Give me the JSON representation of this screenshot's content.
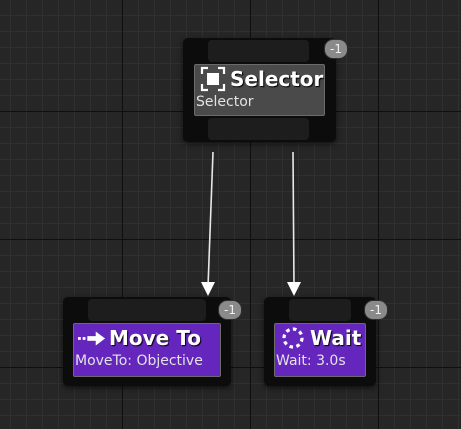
{
  "graph": {
    "nodes": [
      {
        "id": "selector",
        "kind": "composite",
        "title": "Selector",
        "subtitle": "Selector",
        "icon": "selector-icon",
        "execution_index": "-1",
        "color": "#4a4a4a"
      },
      {
        "id": "move-to",
        "kind": "task",
        "title": "Move To",
        "subtitle": "MoveTo: Objective",
        "icon": "move-arrow-icon",
        "execution_index": "-1",
        "color": "#6526be"
      },
      {
        "id": "wait",
        "kind": "task",
        "title": "Wait",
        "subtitle": "Wait: 3.0s",
        "icon": "wait-spinner-icon",
        "execution_index": "-1",
        "color": "#6526be"
      }
    ],
    "connections": [
      {
        "from": "selector",
        "to": "move-to"
      },
      {
        "from": "selector",
        "to": "wait"
      }
    ],
    "colors": {
      "background": "#262626",
      "wire": "#e8e8e8",
      "node_frame": "#0c0c0c",
      "badge": "#8a8a8a"
    }
  }
}
